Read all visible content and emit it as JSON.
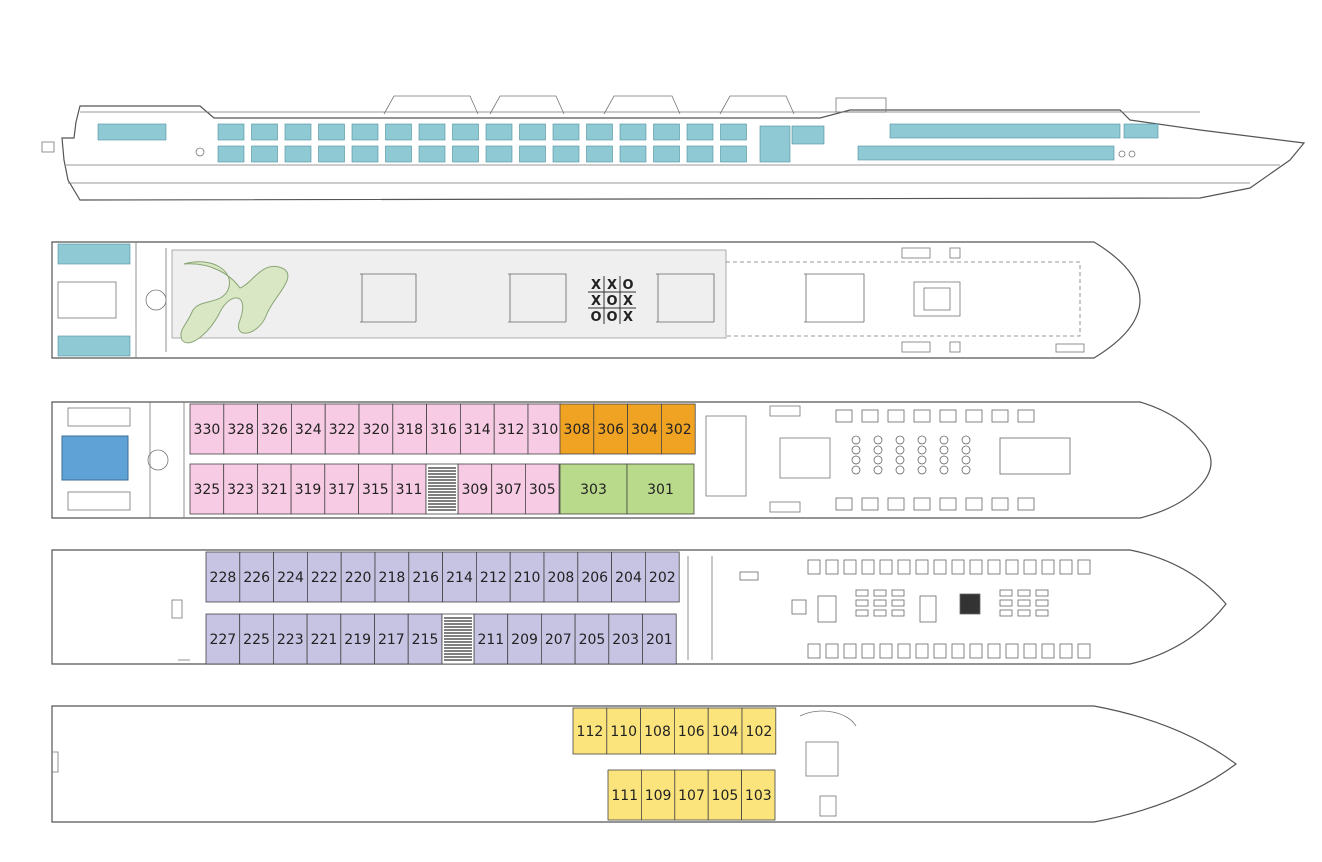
{
  "colors": {
    "pink": "#f7cbe3",
    "orange": "#f0a223",
    "green": "#b9da8a",
    "lavender": "#c6c3e3",
    "yellow": "#fbe47c",
    "window": "#8ec9d4",
    "hull_stroke": "#555555"
  },
  "decks": [
    {
      "id": "deck3",
      "rows": [
        {
          "color": "pink",
          "cabins": [
            "330",
            "328",
            "326",
            "324",
            "322",
            "320",
            "318",
            "316",
            "314",
            "312",
            "310"
          ]
        },
        {
          "color": "orange",
          "cabins": [
            "308",
            "306",
            "304",
            "302"
          ]
        },
        {
          "color": "pink",
          "cabins": [
            "325",
            "323",
            "321",
            "319",
            "317",
            "315",
            "311"
          ]
        },
        {
          "color": "pink",
          "cabins": [
            "309",
            "307",
            "305"
          ]
        },
        {
          "color": "green",
          "cabins": [
            "303",
            "301"
          ]
        }
      ]
    },
    {
      "id": "deck2",
      "rows": [
        {
          "color": "lavender",
          "cabins": [
            "228",
            "226",
            "224",
            "222",
            "220",
            "218",
            "216",
            "214",
            "212",
            "210",
            "208",
            "206",
            "204",
            "202"
          ]
        },
        {
          "color": "lavender",
          "cabins": [
            "227",
            "225",
            "223",
            "221",
            "219",
            "217",
            "215"
          ]
        },
        {
          "color": "lavender",
          "cabins": [
            "211",
            "209",
            "207",
            "205",
            "203",
            "201"
          ]
        }
      ]
    },
    {
      "id": "deck1",
      "rows": [
        {
          "color": "yellow",
          "cabins": [
            "112",
            "110",
            "108",
            "106",
            "104",
            "102"
          ]
        },
        {
          "color": "yellow",
          "cabins": [
            "111",
            "109",
            "107",
            "105",
            "103"
          ]
        }
      ]
    }
  ],
  "sundeck_game": {
    "rows": [
      [
        "X",
        "X",
        "O"
      ],
      [
        "X",
        "O",
        "X"
      ],
      [
        "O",
        "O",
        "X"
      ]
    ]
  },
  "icons": [
    "ship-profile",
    "stairs-icon",
    "pool-icon",
    "elevator-icon",
    "tic-tac-toe-icon"
  ]
}
